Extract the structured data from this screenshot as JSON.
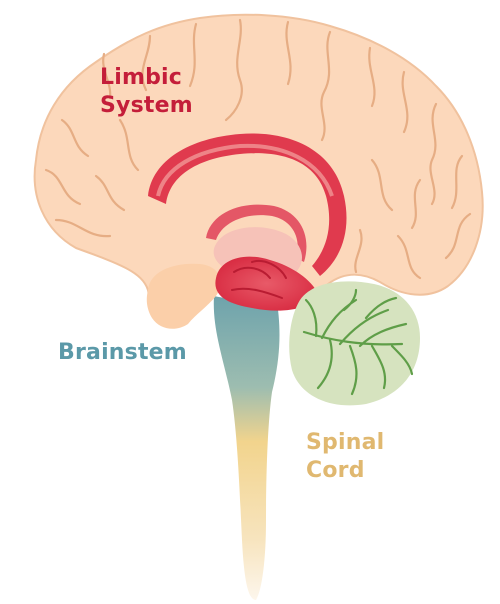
{
  "labels": {
    "limbic": {
      "line1": "Limbic",
      "line2": "System",
      "color": "#c41e3a"
    },
    "brainstem": {
      "text": "Brainstem",
      "color": "#5b99a8"
    },
    "spinal": {
      "line1": "Spinal",
      "line2": "Cord",
      "color": "#e0b870"
    }
  },
  "colors": {
    "cortex": "#fcd8bb",
    "cortex_stroke": "#e9b791",
    "sulcus": "#e3a67c",
    "limbic": "#e0394f",
    "limbic_light": "#f4a3a0",
    "cerebellum": "#d6e3bf",
    "cerebellum_veins": "#5f9e48",
    "brainstem": "#6ea3ac",
    "spinal": "#f3d69a"
  }
}
